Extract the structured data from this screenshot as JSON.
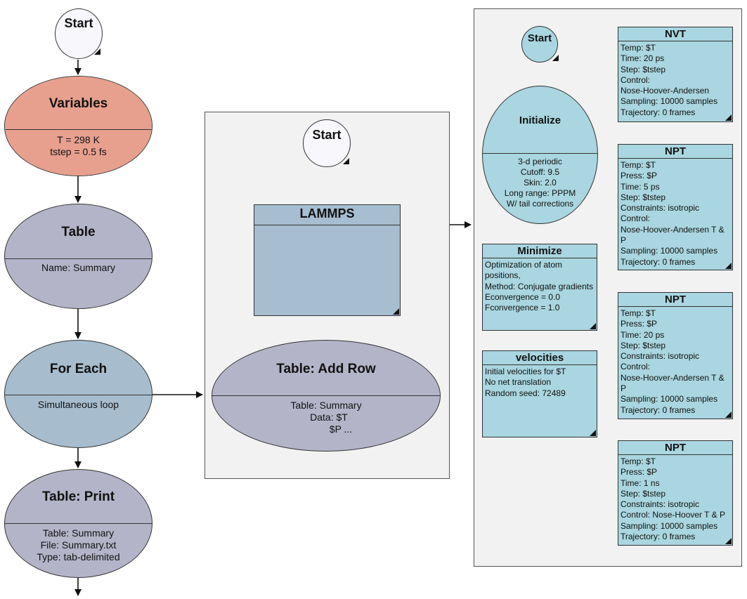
{
  "colors": {
    "variables": "#e8a08e",
    "table": "#b4b4c9",
    "for_each": "#a7bdce",
    "lammps": "#a7bdd0",
    "md_node": "#a9d6e0",
    "panel": "#f2f2f2",
    "start": "#f7f7fc"
  },
  "icons": {
    "corner": "corner-triangle-icon",
    "arrow": "arrow-down-icon"
  },
  "main_flow": {
    "start": "Start",
    "variables": {
      "title": "Variables",
      "lines": [
        "T = 298 K",
        "tstep = 0.5 fs"
      ]
    },
    "table": {
      "title": "Table",
      "lines": [
        "Name: Summary"
      ]
    },
    "for_each": {
      "title": "For Each",
      "lines": [
        "Simultaneous loop"
      ]
    },
    "table_print": {
      "title": "Table: Print",
      "lines": [
        "Table: Summary",
        "File: Summary.txt",
        "Type: tab-delimited"
      ]
    }
  },
  "loop_panel": {
    "start": "Start",
    "lammps": {
      "title": "LAMMPS"
    },
    "add_row": {
      "title": "Table: Add Row",
      "lines": [
        "Table: Summary",
        "Data:  $T",
        "$P ..."
      ]
    }
  },
  "lammps_panel": {
    "start": "Start",
    "initialize": {
      "title": "Initialize",
      "lines": [
        "3-d periodic",
        "Cutoff: 9.5",
        "Skin: 2.0",
        "Long range: PPPM",
        "W/ tail corrections"
      ]
    },
    "minimize": {
      "title": "Minimize",
      "lines": [
        "Optimization of atom positions,",
        "Method: Conjugate gradients",
        "Econvergence = 0.0",
        "Fconvergence = 1.0"
      ]
    },
    "velocities": {
      "title": "velocities",
      "lines": [
        "Initial velocities for $T",
        "No net translation",
        "Random seed: 72489"
      ]
    },
    "nvt": {
      "title": "NVT",
      "lines": [
        "Temp: $T",
        "Time: 20 ps",
        "Step: $tstep",
        "Control:",
        "Nose-Hoover-Andersen",
        "Sampling: 10000 samples",
        "Trajectory: 0 frames"
      ]
    },
    "npt1": {
      "title": "NPT",
      "lines": [
        "Temp: $T",
        "Press: $P",
        "Time: 5 ps",
        "Step: $tstep",
        "Constraints: isotropic",
        "Control:",
        "Nose-Hoover-Andersen T & P",
        "Sampling: 10000 samples",
        "Trajectory: 0 frames"
      ]
    },
    "npt2": {
      "title": "NPT",
      "lines": [
        "Temp: $T",
        "Press: $P",
        "Time: 20 ps",
        "Step: $tstep",
        "Constraints: isotropic",
        "Control:",
        "Nose-Hoover-Andersen T & P",
        "Sampling: 10000 samples",
        "Trajectory: 0 frames"
      ]
    },
    "npt3": {
      "title": "NPT",
      "lines": [
        "Temp: $T",
        "Press: $P",
        "Time: 1 ns",
        "Step: $tstep",
        "Constraints: isotropic",
        "Control: Nose-Hoover T & P",
        "Sampling: 10000 samples",
        "Trajectory: 0 frames"
      ]
    }
  }
}
